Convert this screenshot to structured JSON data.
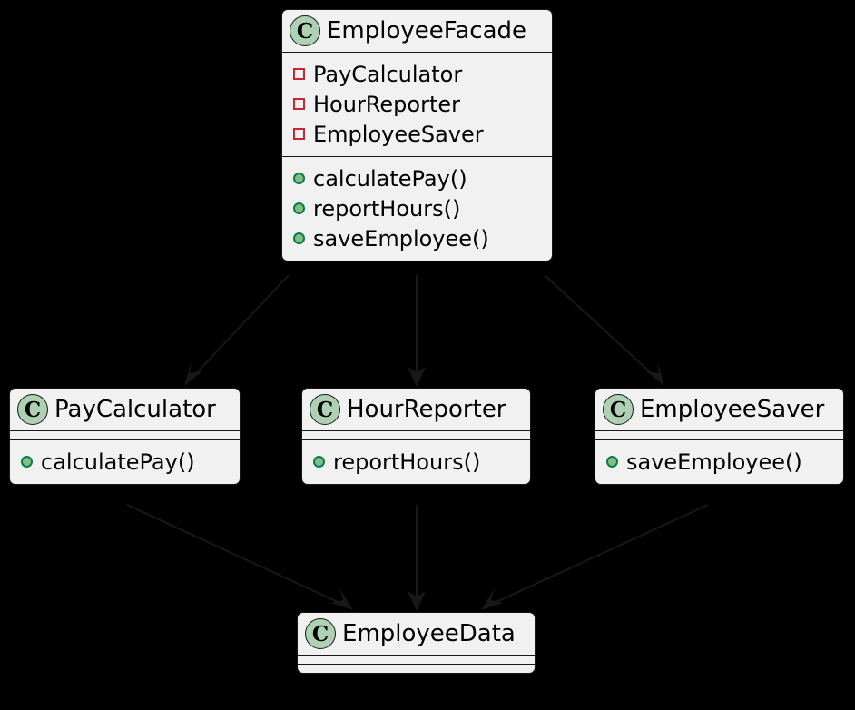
{
  "diagram": {
    "type": "uml-class-diagram",
    "background_color": "#000000",
    "class_fill_color": "#F1F1F1",
    "class_border_color": "#181818",
    "icon_fill_color": "#ADD1B2",
    "private_marker_color": "#C82930",
    "public_marker_color": "#038048",
    "class_icon_letter": "C"
  },
  "classes": {
    "employee_facade": {
      "name": "EmployeeFacade",
      "icon_letter": "C",
      "attributes": [
        {
          "name": "PayCalculator",
          "visibility": "private"
        },
        {
          "name": "HourReporter",
          "visibility": "private"
        },
        {
          "name": "EmployeeSaver",
          "visibility": "private"
        }
      ],
      "methods": [
        {
          "name": "calculatePay()",
          "visibility": "public"
        },
        {
          "name": "reportHours()",
          "visibility": "public"
        },
        {
          "name": "saveEmployee()",
          "visibility": "public"
        }
      ]
    },
    "pay_calculator": {
      "name": "PayCalculator",
      "icon_letter": "C",
      "attributes": [],
      "methods": [
        {
          "name": "calculatePay()",
          "visibility": "public"
        }
      ]
    },
    "hour_reporter": {
      "name": "HourReporter",
      "icon_letter": "C",
      "attributes": [],
      "methods": [
        {
          "name": "reportHours()",
          "visibility": "public"
        }
      ]
    },
    "employee_saver": {
      "name": "EmployeeSaver",
      "icon_letter": "C",
      "attributes": [],
      "methods": [
        {
          "name": "saveEmployee()",
          "visibility": "public"
        }
      ]
    },
    "employee_data": {
      "name": "EmployeeData",
      "icon_letter": "C",
      "attributes": [],
      "methods": []
    }
  },
  "edges": [
    {
      "from": "EmployeeFacade",
      "to": "PayCalculator",
      "style": "solid",
      "arrow": "open"
    },
    {
      "from": "EmployeeFacade",
      "to": "HourReporter",
      "style": "solid",
      "arrow": "open"
    },
    {
      "from": "EmployeeFacade",
      "to": "EmployeeSaver",
      "style": "solid",
      "arrow": "open"
    },
    {
      "from": "PayCalculator",
      "to": "EmployeeData",
      "style": "solid",
      "arrow": "open"
    },
    {
      "from": "HourReporter",
      "to": "EmployeeData",
      "style": "solid",
      "arrow": "open"
    },
    {
      "from": "EmployeeSaver",
      "to": "EmployeeData",
      "style": "solid",
      "arrow": "open"
    }
  ]
}
